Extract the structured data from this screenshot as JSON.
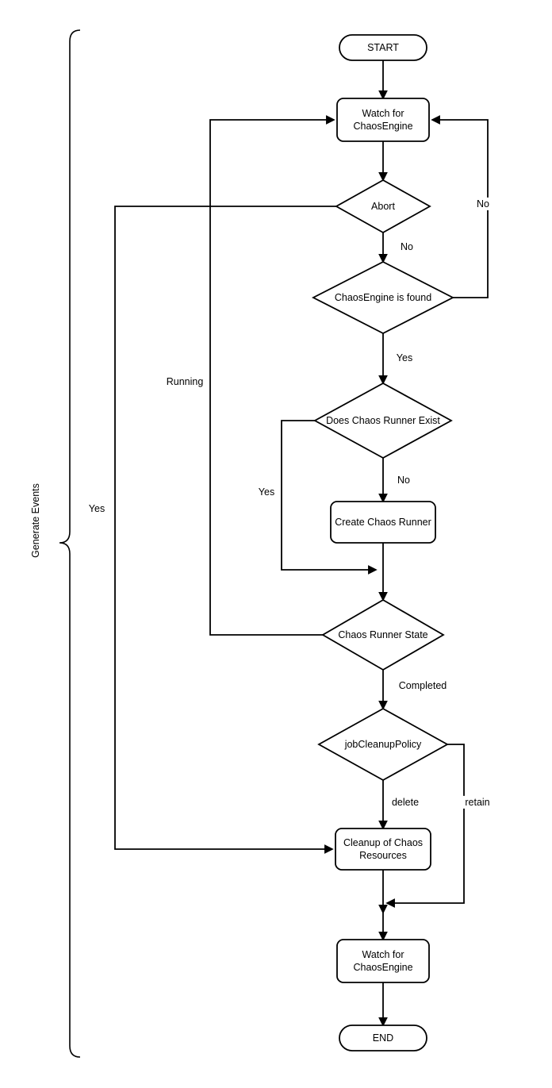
{
  "diagram": {
    "side_label": "Generate Events",
    "nodes": {
      "start": "START",
      "watch_chaosengine": "Watch for ChaosEngine",
      "abort": "Abort",
      "chaosengine_found": "ChaosEngine is found",
      "chaos_runner_exist": "Does Chaos Runner Exist",
      "create_chaos_runner": "Create Chaos Runner",
      "chaos_runner_state": "Chaos Runner State",
      "job_cleanup_policy": "jobCleanupPolicy",
      "cleanup_resources": "Cleanup of Chaos Resources",
      "watch_chaosengine_2": "Watch for ChaosEngine",
      "end": "END"
    },
    "edge_labels": {
      "found_no": "No",
      "abort_no": "No",
      "found_yes": "Yes",
      "exist_no": "No",
      "exist_yes": "Yes",
      "runner_running": "Running",
      "abort_yes": "Yes",
      "runner_completed": "Completed",
      "cleanup_delete": "delete",
      "cleanup_retain": "retain"
    },
    "colors": {
      "stroke": "#000000",
      "node_fill": "#ffffff",
      "background": "#ffffff"
    }
  }
}
